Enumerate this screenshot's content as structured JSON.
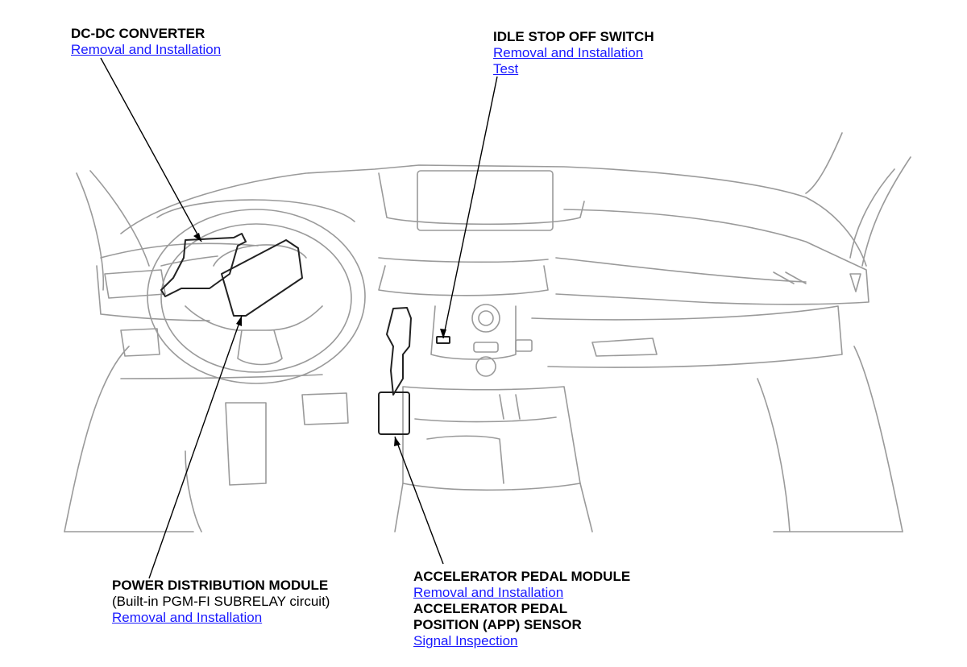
{
  "colors": {
    "link": "#1a1aff",
    "text": "#000000",
    "drawing": "#9a9a9a",
    "component": "#222222",
    "leader": "#000000"
  },
  "callouts": {
    "dcdc": {
      "title": "DC-DC CONVERTER",
      "links": [
        "Removal and Installation"
      ]
    },
    "idle_stop": {
      "title": "IDLE STOP OFF SWITCH",
      "links": [
        "Removal and Installation",
        "Test"
      ]
    },
    "pdm": {
      "title": "POWER DISTRIBUTION MODULE",
      "note": "(Built-in PGM-FI SUBRELAY circuit)",
      "links": [
        "Removal and Installation"
      ]
    },
    "accel": {
      "title": "ACCELERATOR PEDAL MODULE",
      "links": [
        "Removal and Installation"
      ],
      "title2": "ACCELERATOR PEDAL",
      "title3": "POSITION (APP) SENSOR",
      "links2": [
        "Signal Inspection"
      ]
    }
  }
}
